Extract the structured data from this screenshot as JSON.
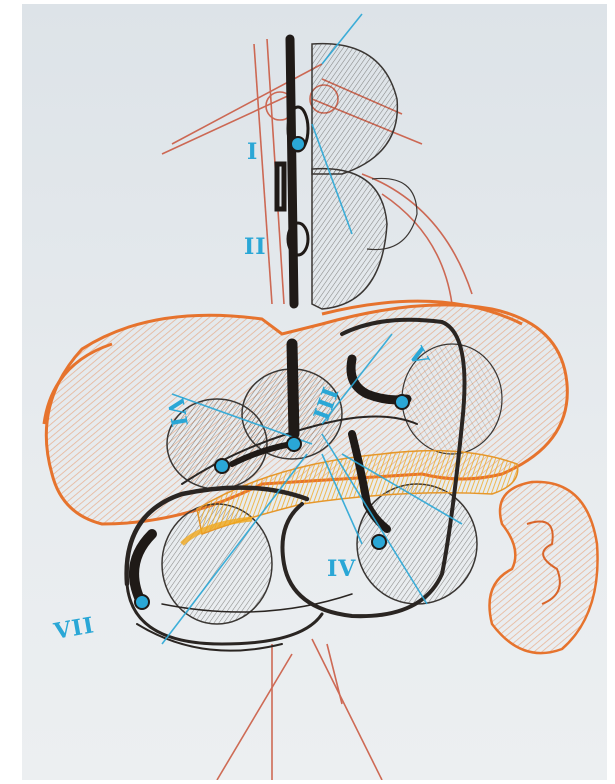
{
  "drawing": {
    "labels": {
      "segment_1": "I",
      "segment_2": "II",
      "segment_3": "III",
      "segment_4": "IV",
      "segment_5": "V",
      "segment_6": "VI",
      "segment_7": "VII"
    }
  },
  "colors": {
    "paper": "#e3e8ec",
    "charcoal": "#1f1a17",
    "graphite": "#555555",
    "orange_pastel": "#e6732d",
    "yellow_pastel": "#f0a81c",
    "blue_pencil": "#2aa7d6",
    "red_pencil": "#c9533a"
  },
  "icons": [
    "hand-drawn-segmental-diagram"
  ]
}
